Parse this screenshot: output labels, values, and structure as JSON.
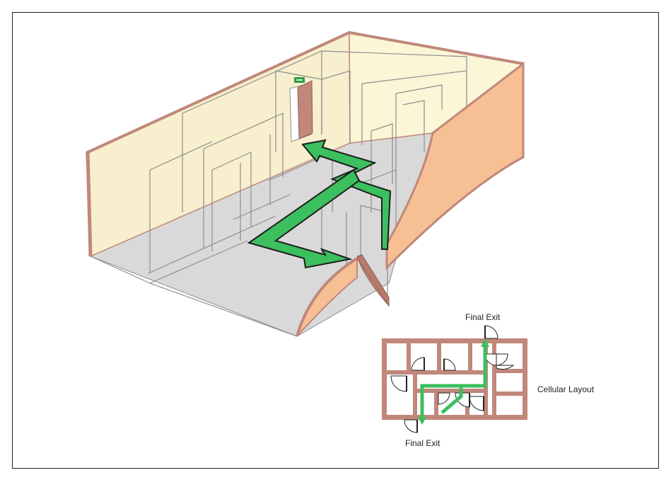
{
  "labels": {
    "final_exit_top": "Final Exit",
    "final_exit_bottom": "Final Exit",
    "layout_name": "Cellular Layout"
  },
  "colors": {
    "frame": "#222222",
    "wall_fill": "#f7efcd",
    "wall_edge": "#c0877a",
    "floor": "#d8d8d8",
    "end_wall": "#f6bf94",
    "partition": "#8a8a8a",
    "door": "#c0877a",
    "route": "#3cbf5e",
    "exit_sign": "#2e9c4c"
  },
  "icons": {
    "exit_sign": "exit-sign-icon",
    "route_arrow": "route-arrow-icon"
  }
}
